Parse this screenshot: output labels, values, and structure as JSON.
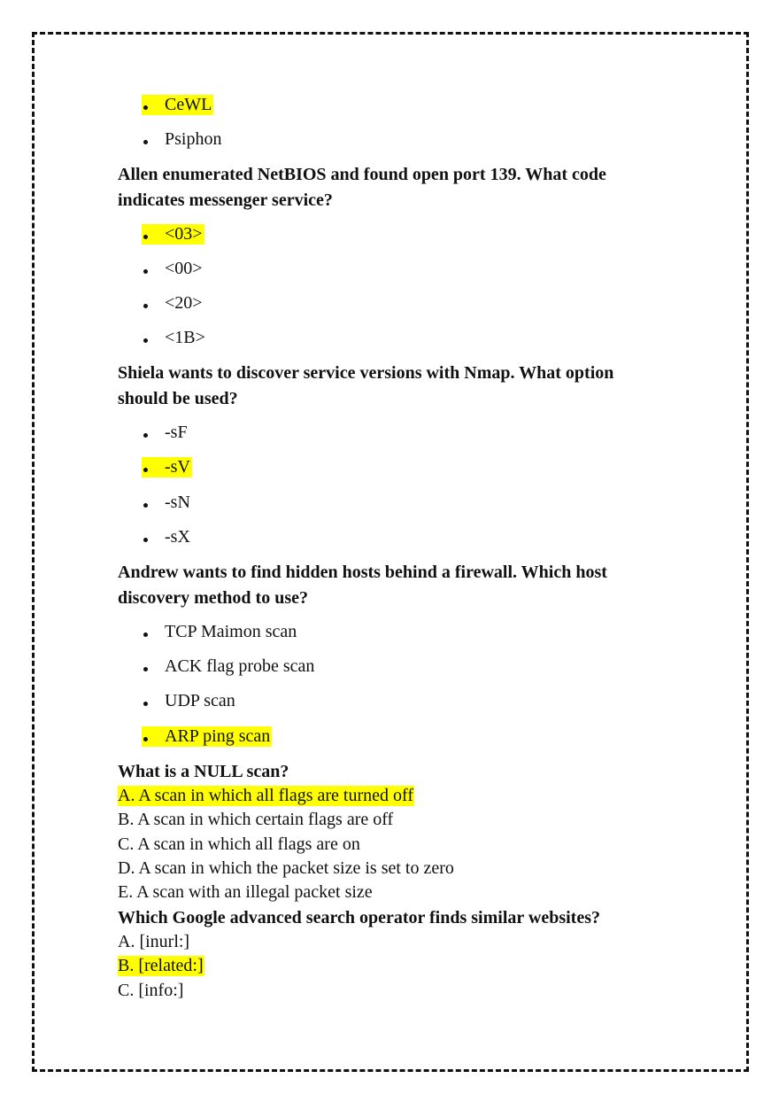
{
  "colors": {
    "highlight": "#ffff00",
    "text": "#111111",
    "border": "#111111"
  },
  "prev_options": [
    {
      "text": "CeWL",
      "highlighted": true
    },
    {
      "text": "Psiphon",
      "highlighted": false
    }
  ],
  "questions": [
    {
      "text": "Allen enumerated NetBIOS and found open port 139. What code indicates messenger service?",
      "line1": "Allen enumerated NetBIOS and found open port 139. What code",
      "line2": "indicates messenger service?",
      "options": [
        {
          "text": "<03>",
          "highlighted": true
        },
        {
          "text": "<00>",
          "highlighted": false
        },
        {
          "text": "<20>",
          "highlighted": false
        },
        {
          "text": "<1B>",
          "highlighted": false
        }
      ]
    },
    {
      "text": "Shiela wants to discover service versions with Nmap. What option should be used?",
      "line1": "Shiela wants to discover service versions with Nmap. What option",
      "line2": "should be used?",
      "options": [
        {
          "text": "-sF",
          "highlighted": false
        },
        {
          "text": "-sV",
          "highlighted": true
        },
        {
          "text": "-sN",
          "highlighted": false
        },
        {
          "text": "-sX",
          "highlighted": false
        }
      ]
    },
    {
      "text": "Andrew wants to find hidden hosts behind a firewall. Which host discovery method to use?",
      "line1": "Andrew wants to find hidden hosts behind a firewall. Which host",
      "line2": "discovery method to use?",
      "options": [
        {
          "text": "TCP Maimon scan",
          "highlighted": false
        },
        {
          "text": "ACK flag probe scan",
          "highlighted": false
        },
        {
          "text": "UDP scan",
          "highlighted": false
        },
        {
          "text": "ARP ping scan",
          "highlighted": true
        }
      ]
    },
    {
      "text": "What is a NULL scan?",
      "options": [
        {
          "text": "A. A scan in which all flags are turned off",
          "highlighted": true
        },
        {
          "text": "B. A scan in which certain flags are off",
          "highlighted": false
        },
        {
          "text": "C. A scan in which all flags are on",
          "highlighted": false
        },
        {
          "text": "D. A scan in which the packet size is set to zero",
          "highlighted": false
        },
        {
          "text": "E. A scan with an illegal packet size",
          "highlighted": false
        }
      ]
    },
    {
      "text": "Which Google advanced search operator finds similar websites?",
      "options": [
        {
          "text": "A. [inurl:]",
          "highlighted": false
        },
        {
          "text": "B. [related:]",
          "highlighted": true
        },
        {
          "text": "C. [info:]",
          "highlighted": false
        }
      ]
    }
  ]
}
